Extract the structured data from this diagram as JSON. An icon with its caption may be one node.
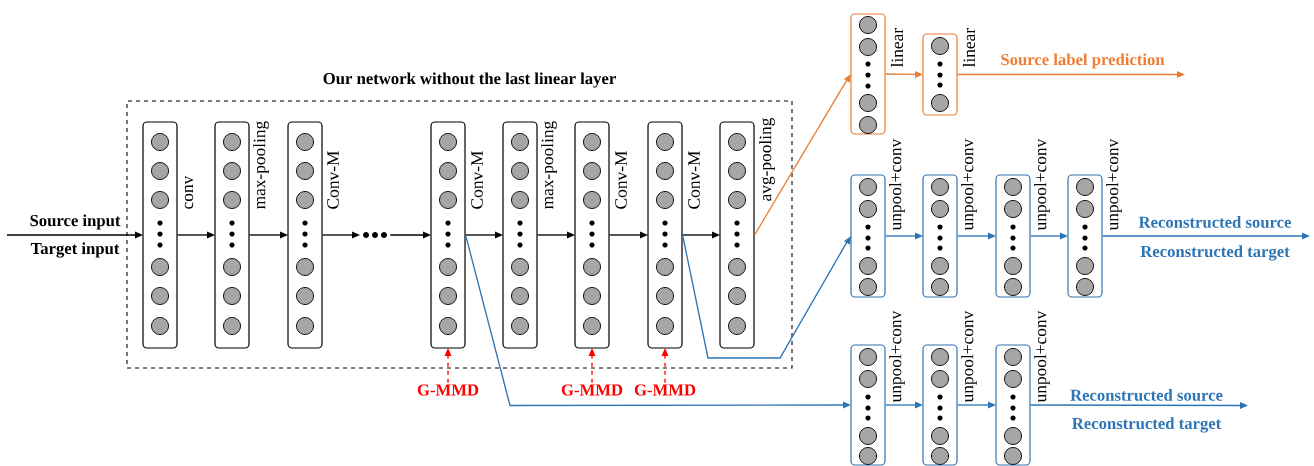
{
  "diagram": {
    "nodes": [
      {
        "text": [
          "Our network without the last linear layer"
        ]
      },
      {
        "text": [],
        "shape": "box",
        "in": 0
      },
      {
        "text": [],
        "shape": "box",
        "in": 0
      },
      {
        "text": [],
        "shape": "box",
        "in": 0
      },
      {
        "text": [],
        "shape": "dots",
        "in": 0
      },
      {
        "text": [],
        "shape": "box",
        "in": 0
      },
      {
        "text": [],
        "shape": "box",
        "in": 0
      },
      {
        "text": [],
        "shape": "box",
        "in": 0
      },
      {
        "text": [],
        "shape": "box",
        "in": 0
      },
      {
        "text": [],
        "shape": "box",
        "in": 0
      },
      {
        "text": [],
        "shape": "box"
      },
      {
        "text": [],
        "shape": "box"
      },
      {
        "text": [],
        "shape": "box"
      },
      {
        "text": [],
        "shape": "box"
      },
      {
        "text": [],
        "shape": "box"
      },
      {
        "text": [],
        "shape": "box"
      },
      {
        "text": [],
        "shape": "box"
      },
      {
        "text": [],
        "shape": "box"
      },
      {
        "text": [],
        "shape": "box"
      },
      {
        "text": [
          "G-MMD"
        ]
      },
      {
        "text": [
          "G-MMD"
        ]
      },
      {
        "text": [
          "G-MMD"
        ]
      },
      {
        "text": [
          "Source label prediction"
        ]
      },
      {
        "text": [
          "Reconstructed source",
          "Reconstructed target"
        ]
      },
      {
        "text": [
          "Reconstructed source",
          "Reconstructed target"
        ]
      }
    ],
    "edges": [
      {
        "from": null,
        "to": 1,
        "arrow": "to",
        "label": "Source input"
      },
      {
        "from": 1,
        "to": 2,
        "arrow": "to",
        "label": "conv"
      },
      {
        "from": 2,
        "to": 3,
        "arrow": "to",
        "label": "max-pooling"
      },
      {
        "from": 3,
        "to": 4,
        "arrow": "to",
        "label": "Conv-M"
      },
      {
        "from": 4,
        "to": 5,
        "arrow": "to"
      },
      {
        "from": 5,
        "to": 6,
        "arrow": "to",
        "label": "Conv-M"
      },
      {
        "from": 6,
        "to": 7,
        "arrow": "to",
        "label": "max-pooling"
      },
      {
        "from": 7,
        "to": 8,
        "arrow": "to",
        "label": "Conv-M"
      },
      {
        "from": 8,
        "to": 9,
        "arrow": "to",
        "label": "Conv-M"
      },
      {
        "from": 9,
        "to": 10,
        "arrow": "to",
        "label": "avg-pooling",
        "color": "#ed7d31"
      },
      {
        "from": 10,
        "to": 11,
        "arrow": "to",
        "label": "linear",
        "color": "#ed7d31"
      },
      {
        "from": 11,
        "to": 22,
        "arrow": "to",
        "label": "linear",
        "color": "#ed7d31"
      },
      {
        "from": 8,
        "to": 12,
        "arrow": "to",
        "color": "#2e75b6"
      },
      {
        "from": 12,
        "to": 13,
        "arrow": "to",
        "label": "unpool+conv",
        "color": "#2e75b6"
      },
      {
        "from": 13,
        "to": 14,
        "arrow": "to",
        "label": "unpool+conv",
        "color": "#2e75b6"
      },
      {
        "from": 14,
        "to": 15,
        "arrow": "to",
        "label": "unpool+conv",
        "color": "#2e75b6"
      },
      {
        "from": 15,
        "to": 23,
        "arrow": "to",
        "label": "unpool+conv",
        "color": "#2e75b6"
      },
      {
        "from": 5,
        "to": 16,
        "arrow": "to",
        "color": "#2e75b6"
      },
      {
        "from": 16,
        "to": 17,
        "arrow": "to",
        "label": "unpool+conv",
        "color": "#2e75b6"
      },
      {
        "from": 17,
        "to": 18,
        "arrow": "to",
        "label": "unpool+conv",
        "color": "#2e75b6"
      },
      {
        "from": 18,
        "to": 24,
        "arrow": "to",
        "label": "unpool+conv",
        "color": "#2e75b6"
      },
      {
        "from": 19,
        "to": 5,
        "arrow": "to",
        "style": "dashed",
        "color": "#ff0000"
      },
      {
        "from": 20,
        "to": 7,
        "arrow": "to",
        "style": "dashed",
        "color": "#ff0000"
      },
      {
        "from": 21,
        "to": 8,
        "arrow": "to",
        "style": "dashed",
        "color": "#ff0000"
      }
    ],
    "labels": [
      "Target input"
    ]
  }
}
